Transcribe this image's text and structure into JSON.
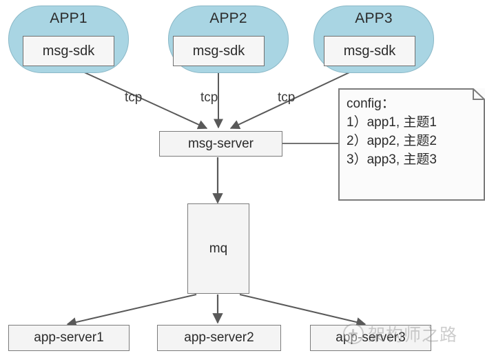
{
  "diagram": {
    "title": "msg-server message distribution architecture",
    "background": "#ffffff",
    "accent_fill": "#a9d5e3",
    "node_fill": "#f4f4f4",
    "stroke": "#7b7b7b"
  },
  "apps": [
    {
      "title": "APP1",
      "sdk": "msg-sdk"
    },
    {
      "title": "APP2",
      "sdk": "msg-sdk"
    },
    {
      "title": "APP3",
      "sdk": "msg-sdk"
    }
  ],
  "edge_labels": {
    "tcp1": "tcp",
    "tcp2": "tcp",
    "tcp3": "tcp"
  },
  "nodes": {
    "msg_server": "msg-server",
    "mq": "mq"
  },
  "app_servers": [
    {
      "label": "app-server1"
    },
    {
      "label": "app-server2"
    },
    {
      "label": "app-server3"
    }
  ],
  "note": {
    "header": "config：",
    "lines": [
      "1）app1, 主题1",
      "2）app2, 主题2",
      "3）app3, 主题3"
    ]
  },
  "watermark": {
    "text": "架构师之路",
    "logo": "plus-circle-icon"
  }
}
